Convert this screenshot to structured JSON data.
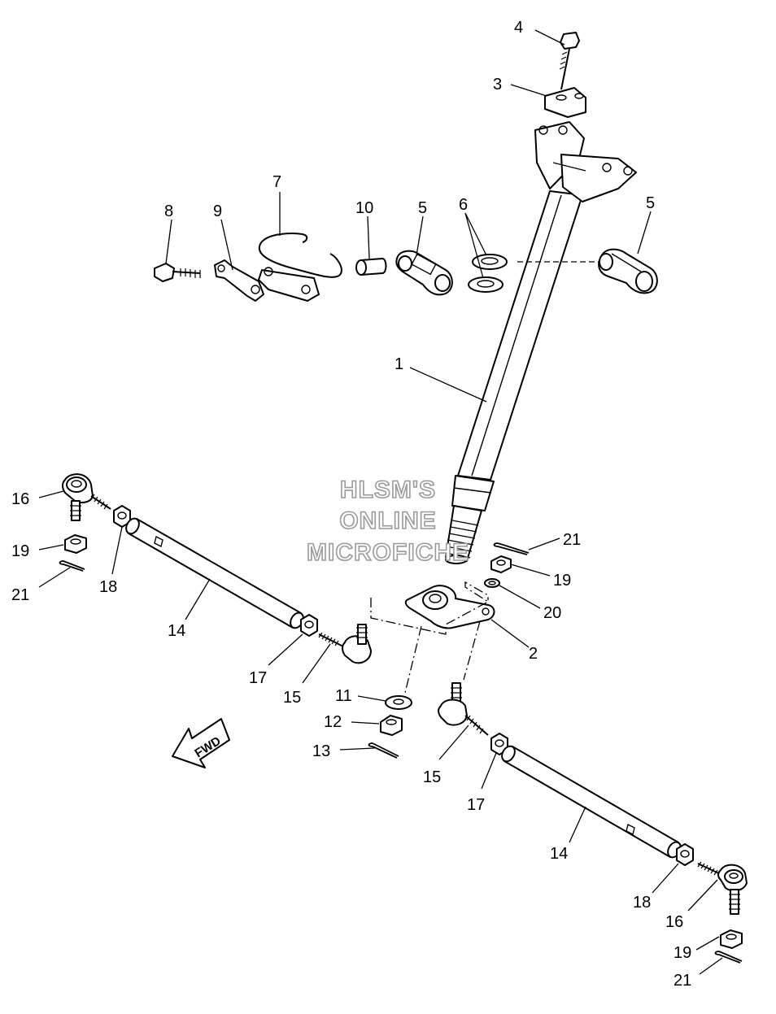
{
  "watermark": {
    "line1": "HLSM'S",
    "line2": "ONLINE",
    "line3": "MICROFICHE"
  },
  "direction_label": "FWD",
  "callouts": {
    "c1": "1",
    "c2": "2",
    "c3": "3",
    "c4": "4",
    "c5a": "5",
    "c5b": "5",
    "c6": "6",
    "c7": "7",
    "c8": "8",
    "c9": "9",
    "c10": "10",
    "c11": "11",
    "c12": "12",
    "c13": "13",
    "c14a": "14",
    "c14b": "14",
    "c15a": "15",
    "c15b": "15",
    "c16a": "16",
    "c16b": "16",
    "c17a": "17",
    "c17b": "17",
    "c18a": "18",
    "c18b": "18",
    "c19a": "19",
    "c19b": "19",
    "c19c": "19",
    "c20": "20",
    "c21a": "21",
    "c21b": "21",
    "c21c": "21"
  }
}
